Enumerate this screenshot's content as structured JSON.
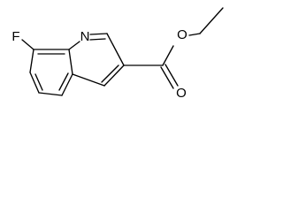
{
  "molecule": {
    "atoms": {
      "nitrogen": "N",
      "fluorine": "F",
      "ester_oxygen": "O",
      "carbonyl_oxygen": "O"
    }
  },
  "colors": {
    "background": "#ffffff",
    "ink": "#000000"
  }
}
